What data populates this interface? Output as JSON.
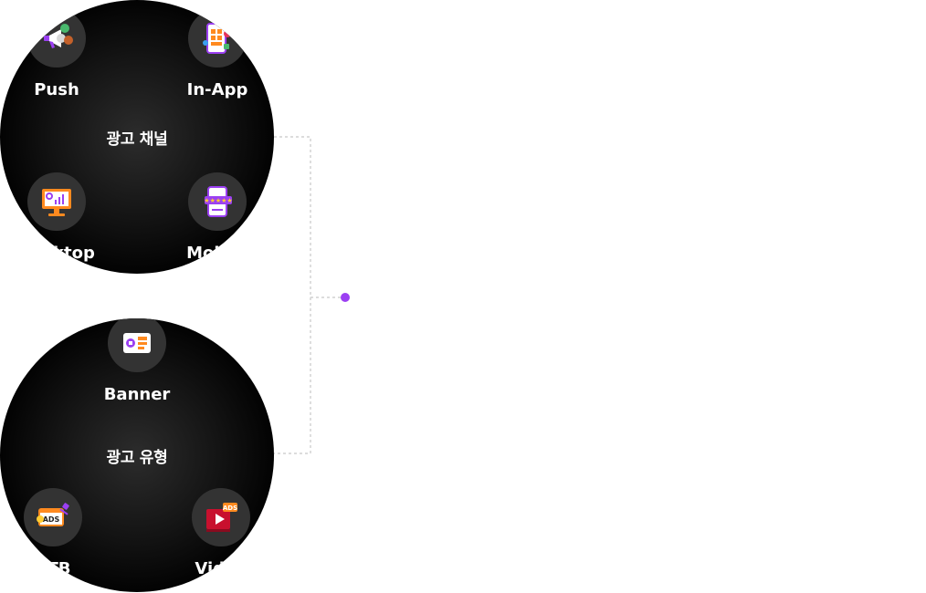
{
  "channels": {
    "title": "광고 채널",
    "items": [
      {
        "label": "Push",
        "icon": "megaphone-icon"
      },
      {
        "label": "In-App",
        "icon": "phone-app-icon"
      },
      {
        "label": "Desktop",
        "icon": "desktop-chart-icon"
      },
      {
        "label": "Mobile",
        "icon": "phone-rating-icon"
      }
    ]
  },
  "types": {
    "title": "광고 유형",
    "items": [
      {
        "label": "Banner",
        "icon": "banner-card-icon"
      },
      {
        "label": "RTB",
        "icon": "ads-auction-icon"
      },
      {
        "label": "Video",
        "icon": "video-ads-icon"
      }
    ]
  },
  "colors": {
    "accent": "#9b3ff2",
    "orange": "#ff8a1f",
    "connector": "#c8c8c8",
    "circle": "#000000",
    "icon_bg": "#333333"
  }
}
